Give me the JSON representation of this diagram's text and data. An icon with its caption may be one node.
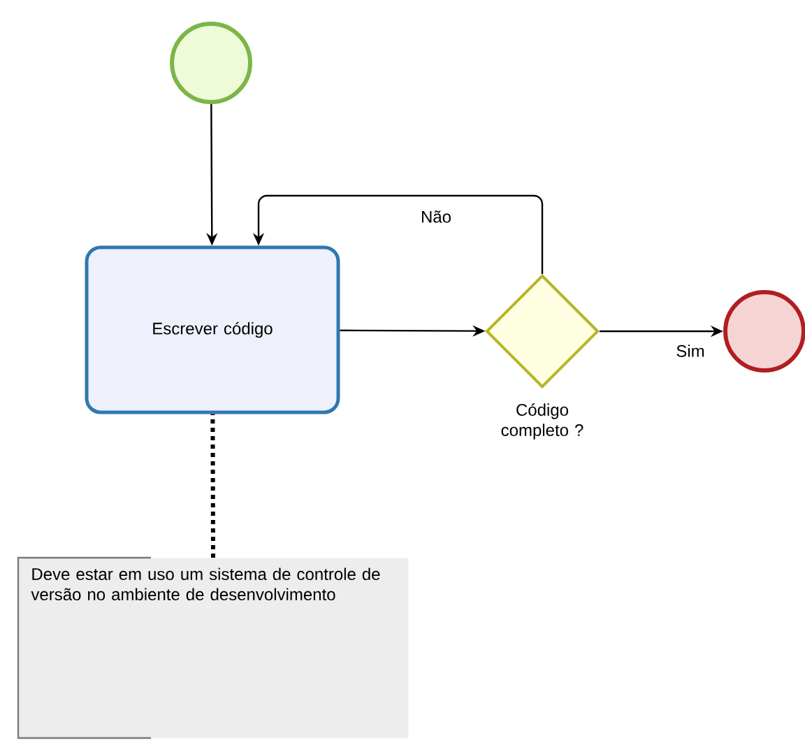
{
  "diagram": {
    "nodes": [
      {
        "text": [],
        "shape": "circle"
      },
      {
        "text": [
          "Escrever código"
        ]
      },
      {
        "text": [],
        "shape": "diamond",
        "beside": [
          "Código completo ?"
        ]
      },
      {
        "text": [],
        "shape": "circle"
      },
      {
        "text": [
          "Deve estar em uso um sistema de controle de versão no ambiente de desenvolvimento"
        ]
      }
    ],
    "edges": [
      {
        "from": 0,
        "to": 1,
        "arrow": "to"
      },
      {
        "from": 1,
        "to": 2,
        "arrow": "to"
      },
      {
        "from": 2,
        "to": 1,
        "arrow": "to",
        "label": "Não"
      },
      {
        "from": 2,
        "to": 3,
        "arrow": "to",
        "label": "Sim"
      },
      {
        "from": 4,
        "to": 1,
        "arrow": "none",
        "style": "dashed"
      }
    ]
  }
}
